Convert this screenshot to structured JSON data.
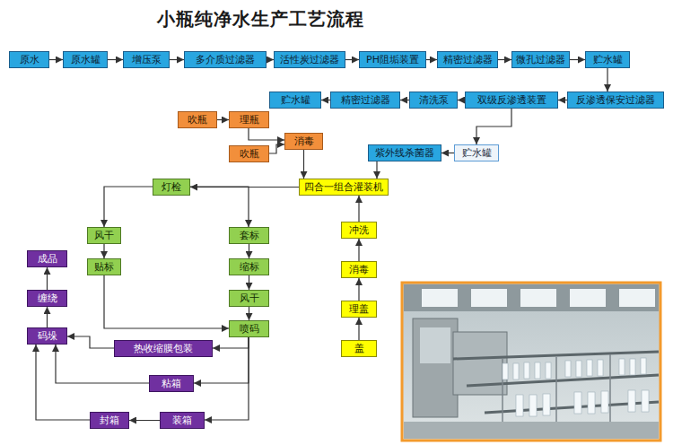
{
  "diagram": {
    "title": "小瓶纯净水生产工艺流程",
    "nodes": [
      {
        "text": [
          "原水"
        ]
      },
      {
        "text": [
          "原水罐"
        ]
      },
      {
        "text": [
          "增压泵"
        ]
      },
      {
        "text": [
          "多介质过滤器"
        ]
      },
      {
        "text": [
          "活性炭过滤器"
        ]
      },
      {
        "text": [
          "PH阻垢装置"
        ]
      },
      {
        "text": [
          "精密过滤器"
        ]
      },
      {
        "text": [
          "微孔过滤器"
        ]
      },
      {
        "text": [
          "贮水罐"
        ]
      },
      {
        "text": [
          "贮水罐"
        ]
      },
      {
        "text": [
          "精密过滤器"
        ]
      },
      {
        "text": [
          "清洗泵"
        ]
      },
      {
        "text": [
          "双级反渗透装置"
        ]
      },
      {
        "text": [
          "反渗透保安过滤器"
        ]
      },
      {
        "text": [
          "吹瓶"
        ]
      },
      {
        "text": [
          "理瓶"
        ]
      },
      {
        "text": [
          "吹瓶"
        ]
      },
      {
        "text": [
          "消毒"
        ]
      },
      {
        "text": [
          "紫外线杀菌器"
        ]
      },
      {
        "text": [
          "贮水罐"
        ]
      },
      {
        "text": [
          "灯检"
        ]
      },
      {
        "text": [
          "四合一组合灌装机"
        ]
      },
      {
        "text": [
          "风干"
        ]
      },
      {
        "text": [
          "套标"
        ]
      },
      {
        "text": [
          "冲洗"
        ]
      },
      {
        "text": [
          "贴标"
        ]
      },
      {
        "text": [
          "缩标"
        ]
      },
      {
        "text": [
          "消毒"
        ]
      },
      {
        "text": [
          "风干"
        ]
      },
      {
        "text": [
          "理盖"
        ]
      },
      {
        "text": [
          "成品"
        ]
      },
      {
        "text": [
          "缠绕"
        ]
      },
      {
        "text": [
          "码垛"
        ]
      },
      {
        "text": [
          "喷码"
        ]
      },
      {
        "text": [
          "盖"
        ]
      },
      {
        "text": [
          "热收缩膜包装"
        ]
      },
      {
        "text": [
          "粘箱"
        ]
      },
      {
        "text": [
          "封箱"
        ]
      },
      {
        "text": [
          "装箱"
        ]
      }
    ],
    "edges": [
      {
        "from": 0,
        "to": 1,
        "arrow": "to"
      },
      {
        "from": 1,
        "to": 2,
        "arrow": "to"
      },
      {
        "from": 2,
        "to": 3,
        "arrow": "to"
      },
      {
        "from": 3,
        "to": 4,
        "arrow": "to"
      },
      {
        "from": 4,
        "to": 5,
        "arrow": "to"
      },
      {
        "from": 5,
        "to": 6,
        "arrow": "to"
      },
      {
        "from": 6,
        "to": 7,
        "arrow": "to"
      },
      {
        "from": 7,
        "to": 8,
        "arrow": "to"
      },
      {
        "from": 8,
        "to": 13,
        "arrow": "to"
      },
      {
        "from": 13,
        "to": 12,
        "arrow": "to"
      },
      {
        "from": 12,
        "to": 11,
        "arrow": "to"
      },
      {
        "from": 11,
        "to": 10,
        "arrow": "to"
      },
      {
        "from": 10,
        "to": 9,
        "arrow": "to"
      },
      {
        "from": 12,
        "to": 19,
        "arrow": "to"
      },
      {
        "from": 19,
        "to": 18,
        "arrow": "to"
      },
      {
        "from": 18,
        "to": 21,
        "arrow": "to"
      },
      {
        "from": 14,
        "to": 15,
        "arrow": "to"
      },
      {
        "from": 15,
        "to": 17,
        "arrow": "to"
      },
      {
        "from": 16,
        "to": 17,
        "arrow": "to"
      },
      {
        "from": 17,
        "to": 21,
        "arrow": "to"
      },
      {
        "from": 21,
        "to": 20,
        "arrow": "to"
      },
      {
        "from": 20,
        "to": 22,
        "arrow": "to"
      },
      {
        "from": 20,
        "to": 23,
        "arrow": "to"
      },
      {
        "from": 22,
        "to": 25,
        "arrow": "to"
      },
      {
        "from": 25,
        "to": 33,
        "arrow": "to"
      },
      {
        "from": 23,
        "to": 26,
        "arrow": "to"
      },
      {
        "from": 26,
        "to": 28,
        "arrow": "to"
      },
      {
        "from": 28,
        "to": 33,
        "arrow": "to"
      },
      {
        "from": 34,
        "to": 29,
        "arrow": "to"
      },
      {
        "from": 29,
        "to": 27,
        "arrow": "to"
      },
      {
        "from": 27,
        "to": 24,
        "arrow": "to"
      },
      {
        "from": 24,
        "to": 21,
        "arrow": "to"
      },
      {
        "from": 33,
        "to": 35,
        "arrow": "to"
      },
      {
        "from": 33,
        "to": 36,
        "arrow": "to"
      },
      {
        "from": 33,
        "to": 38,
        "arrow": "to"
      },
      {
        "from": 38,
        "to": 37,
        "arrow": "to"
      },
      {
        "from": 37,
        "to": 32,
        "arrow": "to"
      },
      {
        "from": 36,
        "to": 32,
        "arrow": "to"
      },
      {
        "from": 35,
        "to": 32,
        "arrow": "to"
      },
      {
        "from": 32,
        "to": 31,
        "arrow": "to"
      },
      {
        "from": 31,
        "to": 30,
        "arrow": "to"
      }
    ]
  }
}
